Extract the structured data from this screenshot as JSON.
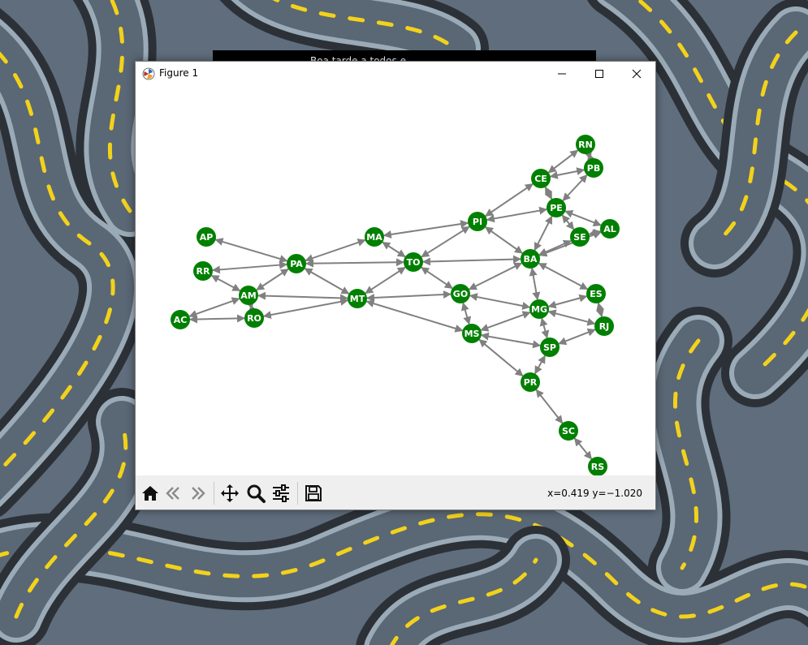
{
  "window": {
    "title": "Figure 1"
  },
  "background_window": {
    "title": "Boa tarde a todos e ..."
  },
  "toolbar": {
    "buttons": [
      "home-icon",
      "back-icon",
      "forward-icon",
      "pan-icon",
      "zoom-icon",
      "configure-subplots-icon",
      "save-icon"
    ],
    "coords": "x=0.419 y=−1.020"
  },
  "graph": {
    "node_color": "#008000",
    "edge_color": "#808080",
    "label_color": "#ffffff",
    "nodes": [
      "RN",
      "PB",
      "CE",
      "PE",
      "AL",
      "SE",
      "PI",
      "MA",
      "AP",
      "PA",
      "RR",
      "AM",
      "AC",
      "RO",
      "TO",
      "BA",
      "MT",
      "GO",
      "MG",
      "ES",
      "RJ",
      "MS",
      "SP",
      "PR",
      "SC",
      "RS"
    ],
    "edges": [
      [
        "RN",
        "CE"
      ],
      [
        "RN",
        "PB"
      ],
      [
        "CE",
        "PB"
      ],
      [
        "CE",
        "PE"
      ],
      [
        "PB",
        "PE"
      ],
      [
        "PE",
        "AL"
      ],
      [
        "PE",
        "SE"
      ],
      [
        "AL",
        "SE"
      ],
      [
        "PE",
        "BA"
      ],
      [
        "PE",
        "PI"
      ],
      [
        "AL",
        "BA"
      ],
      [
        "SE",
        "BA"
      ],
      [
        "CE",
        "PI"
      ],
      [
        "PI",
        "MA"
      ],
      [
        "PI",
        "TO"
      ],
      [
        "PI",
        "BA"
      ],
      [
        "MA",
        "PA"
      ],
      [
        "MA",
        "TO"
      ],
      [
        "PA",
        "AP"
      ],
      [
        "PA",
        "RR"
      ],
      [
        "PA",
        "AM"
      ],
      [
        "PA",
        "TO"
      ],
      [
        "PA",
        "MT"
      ],
      [
        "RR",
        "AM"
      ],
      [
        "AM",
        "AC"
      ],
      [
        "AM",
        "RO"
      ],
      [
        "AM",
        "MT"
      ],
      [
        "AC",
        "RO"
      ],
      [
        "RO",
        "MT"
      ],
      [
        "TO",
        "MT"
      ],
      [
        "TO",
        "BA"
      ],
      [
        "TO",
        "GO"
      ],
      [
        "MT",
        "GO"
      ],
      [
        "MT",
        "MS"
      ],
      [
        "BA",
        "GO"
      ],
      [
        "BA",
        "MG"
      ],
      [
        "BA",
        "ES"
      ],
      [
        "GO",
        "MG"
      ],
      [
        "GO",
        "MS"
      ],
      [
        "MG",
        "ES"
      ],
      [
        "MG",
        "RJ"
      ],
      [
        "MG",
        "SP"
      ],
      [
        "MG",
        "MS"
      ],
      [
        "ES",
        "RJ"
      ],
      [
        "RJ",
        "SP"
      ],
      [
        "MS",
        "SP"
      ],
      [
        "MS",
        "PR"
      ],
      [
        "SP",
        "PR"
      ],
      [
        "PR",
        "SC"
      ],
      [
        "SC",
        "RS"
      ]
    ]
  }
}
